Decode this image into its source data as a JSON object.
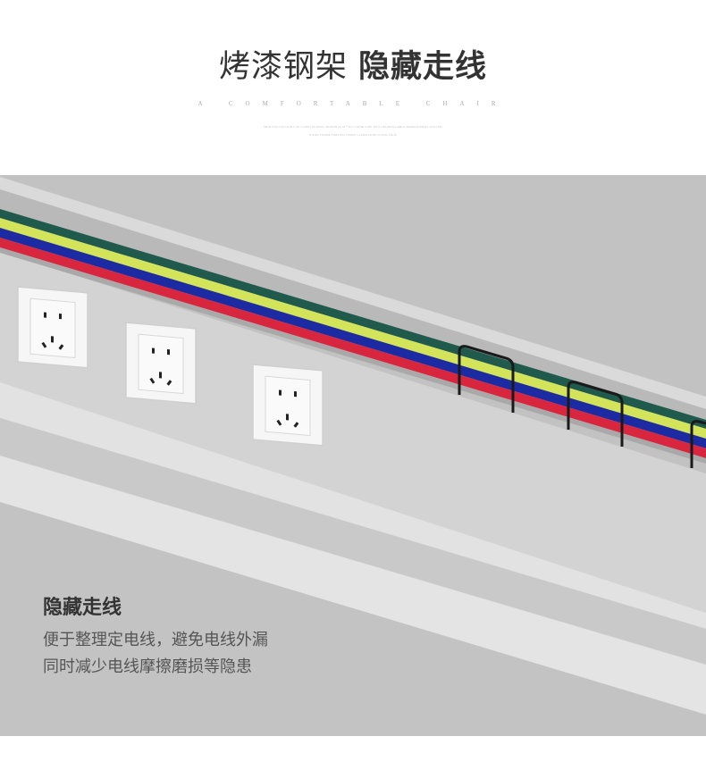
{
  "header": {
    "title_light": "烤漆钢架",
    "title_bold": "隐藏走线",
    "subtitle": "A COMFORTABLE CHAIR",
    "fine_print_line1": "NEW RICH OPTION FOR COMFORTABLE DESIGN IN OFFICE FURNITURE WITH HIDDEN CABLE MANAGEMENT SYSTEM",
    "fine_print_line2": "STEEL FRAME PAINTED FINISH CLEAN DESK STRUCTURE"
  },
  "caption": {
    "title": "隐藏走线",
    "line1": "便于整理定电线，避免电线外漏",
    "line2": "同时减少电线摩擦磨损等隐患"
  },
  "colors": {
    "wire_green": "#1f5a4c",
    "wire_yellow": "#d3e35a",
    "wire_blue": "#1c2ba1",
    "wire_red": "#d8263e",
    "panel": "#d3d3d3",
    "socket": "#f6f6f6"
  },
  "sockets": [
    {
      "name": "socket-1"
    },
    {
      "name": "socket-2"
    },
    {
      "name": "socket-3"
    }
  ]
}
